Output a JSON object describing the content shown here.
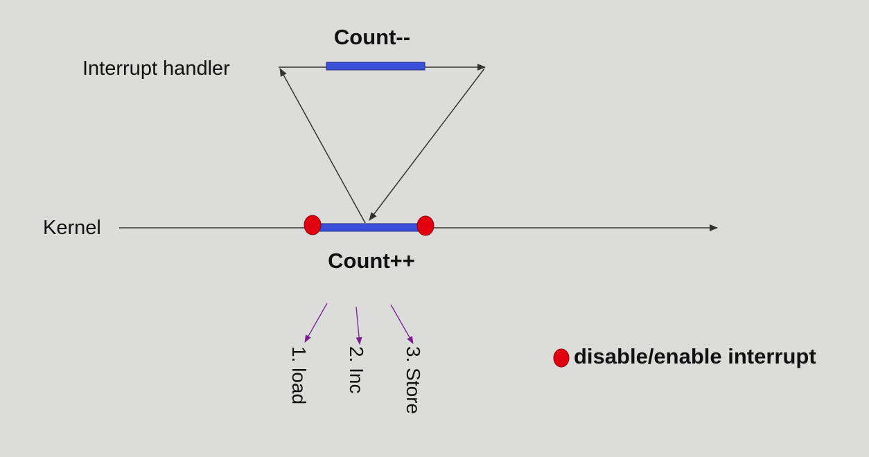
{
  "diagram": {
    "interrupt_label": "Interrupt handler",
    "kernel_label": "Kernel",
    "handler_op": "Count--",
    "kernel_op": "Count++",
    "steps": [
      "1. load",
      "2. Inc",
      "3. Store"
    ],
    "legend": "disable/enable interrupt",
    "colors": {
      "background": "#dcdcdb",
      "critical_section": "#3b4fd8",
      "interrupt_marker": "#e00010",
      "step_arrow": "#7a1e8c",
      "line": "#333333"
    }
  }
}
